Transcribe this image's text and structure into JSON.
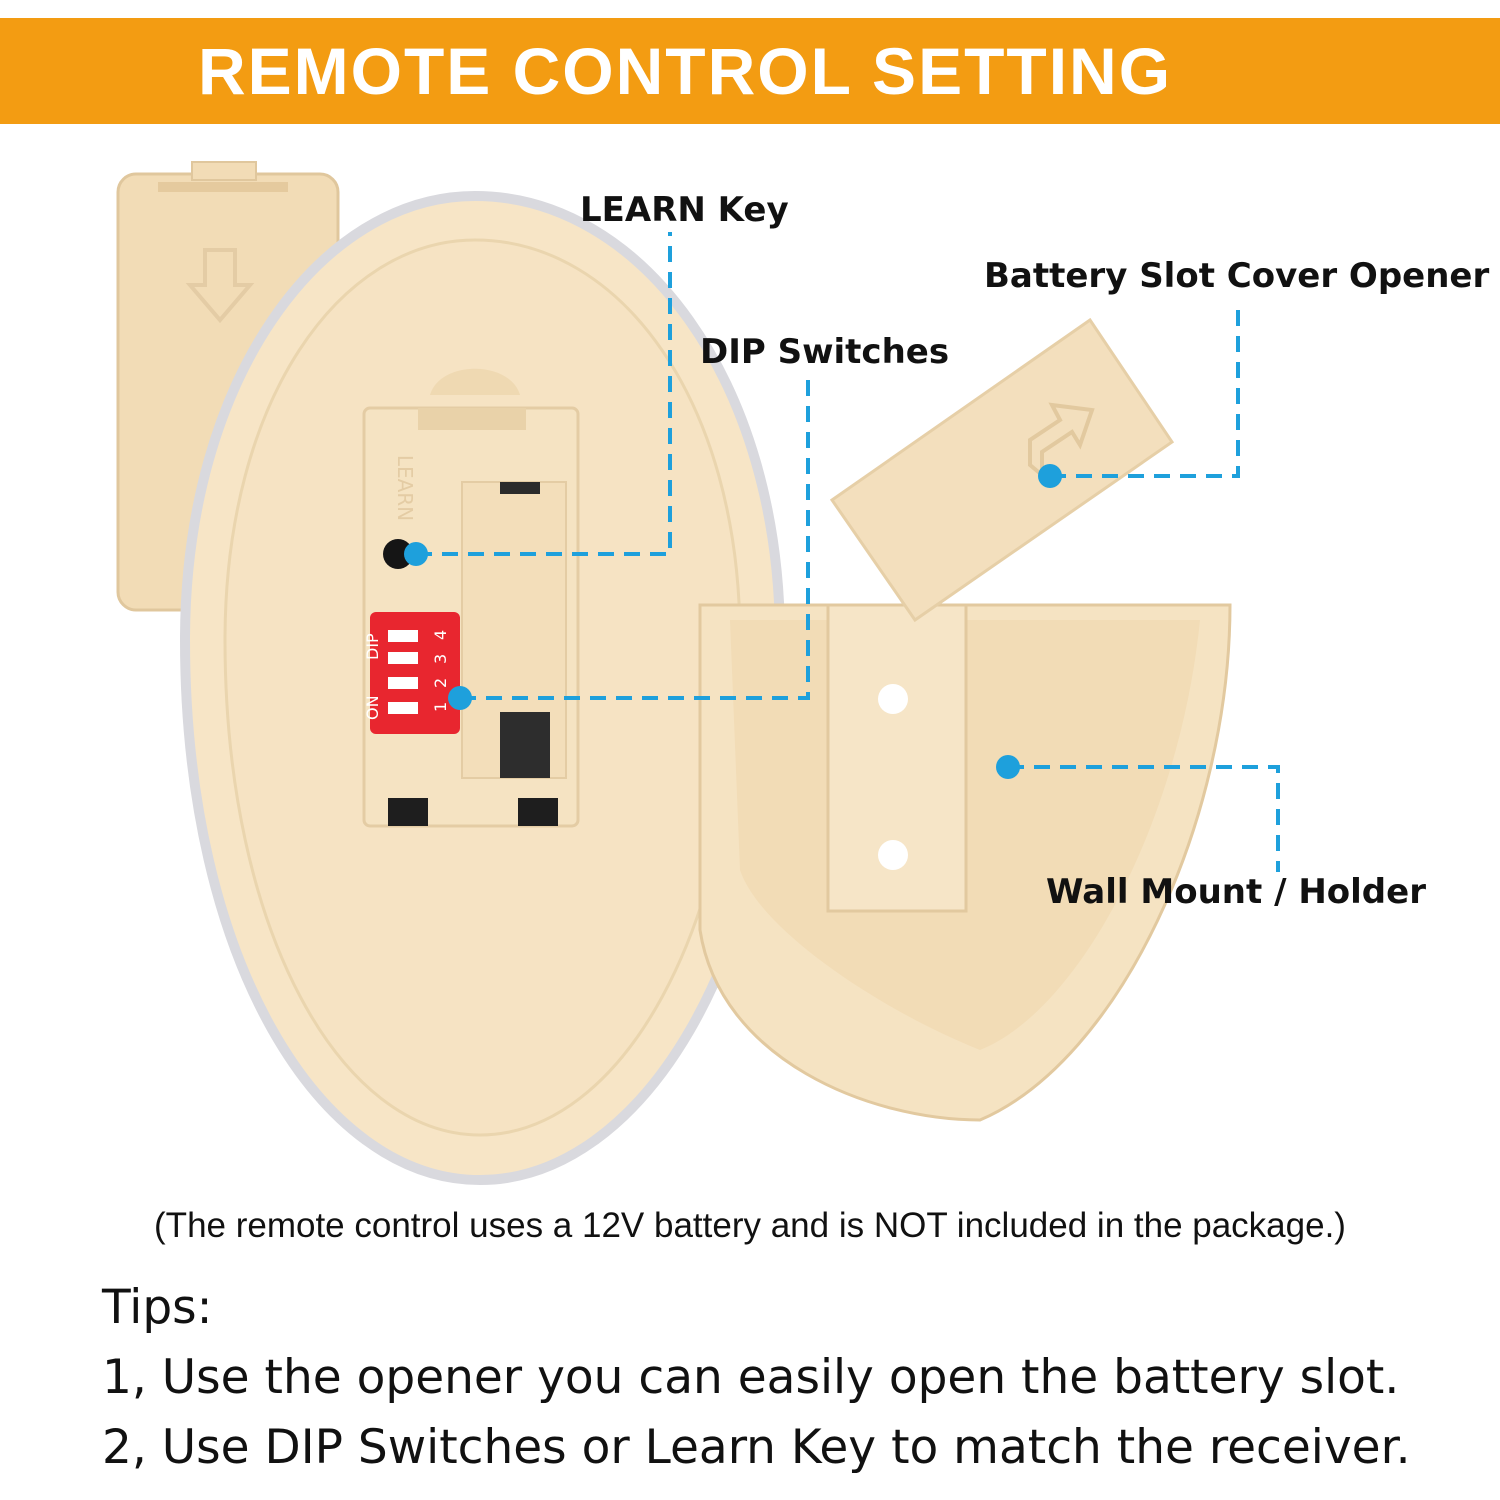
{
  "banner": {
    "title": "REMOTE CONTROL SETTING",
    "color": "#f39c12"
  },
  "callouts": {
    "learn_key": "LEARN Key",
    "dip_switches": "DIP Switches",
    "battery_cover_opener": "Battery Slot Cover Opener",
    "wall_mount": "Wall Mount / Holder"
  },
  "remote": {
    "learn_label": "LEARN",
    "dip_label": "DIP",
    "dip_on_label": "ON",
    "dip_numbers": [
      "1",
      "2",
      "3",
      "4"
    ],
    "body_color": "#f7e5c6",
    "dip_color": "#e8262f",
    "callout_dot_color": "#1ea0dc"
  },
  "note": "(The remote control uses a 12V battery and is NOT included in the package.)",
  "tips": {
    "heading": "Tips:",
    "items": [
      "1, Use the opener you can easily open the battery slot.",
      "2, Use DIP Switches or Learn Key to match the receiver."
    ]
  }
}
